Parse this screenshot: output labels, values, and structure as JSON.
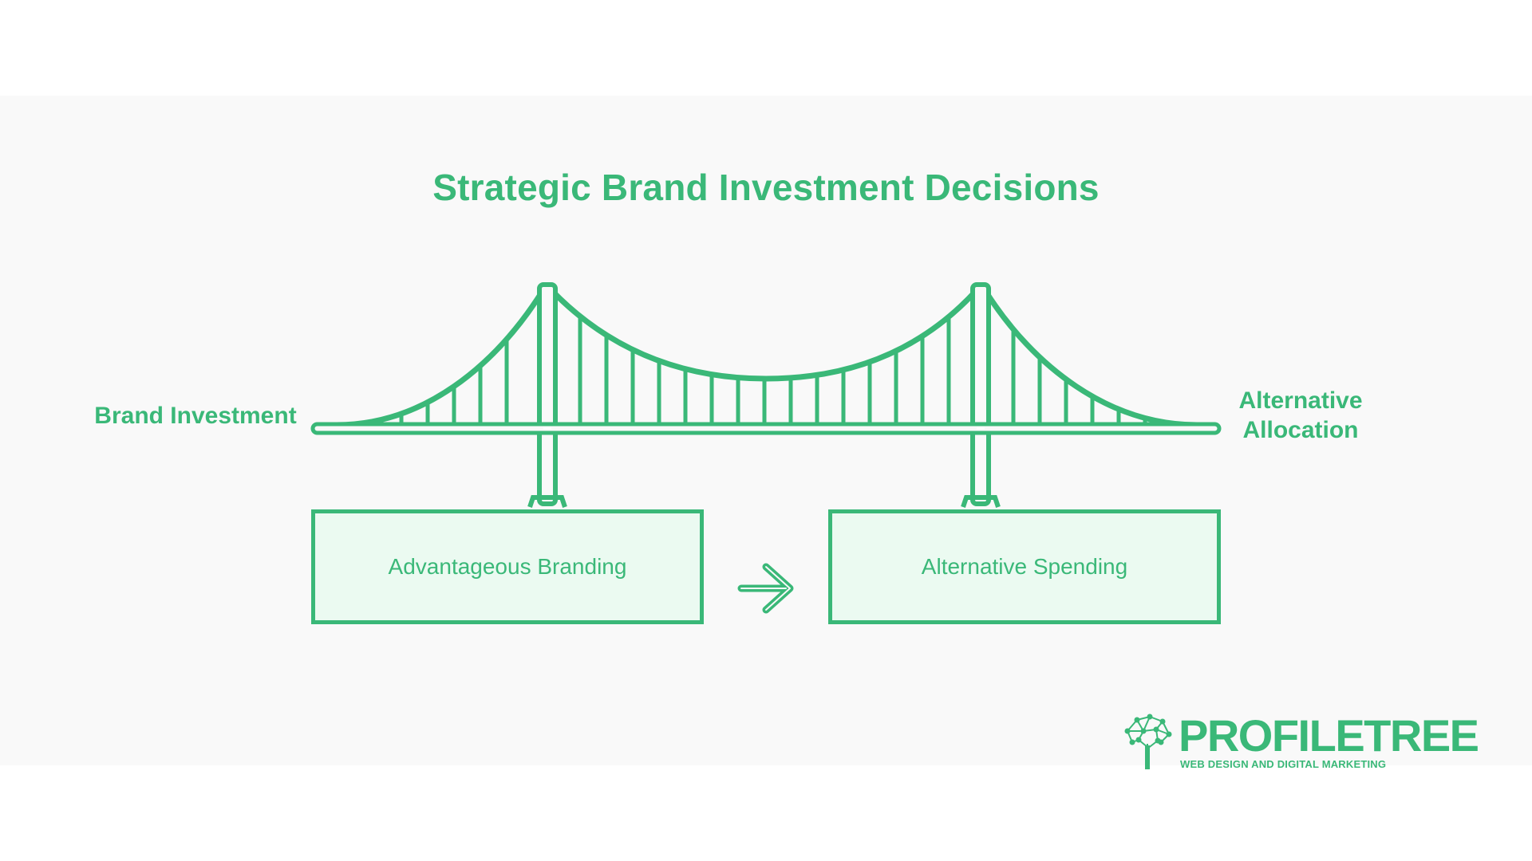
{
  "diagram": {
    "title": "Strategic Brand Investment Decisions",
    "left_label": "Brand Investment",
    "right_label_line1": "Alternative",
    "right_label_line2": "Allocation",
    "left_box": "Advantageous Branding",
    "right_box": "Alternative Spending",
    "connector": "arrow-right-icon"
  },
  "logo": {
    "wordmark": "PROFILETREE",
    "tagline": "WEB DESIGN AND DIGITAL MARKETING",
    "icon": "tree-network-icon"
  },
  "colors": {
    "accent": "#3ab878",
    "box_fill": "#ebfaf1",
    "panel": "#f9f9f9",
    "background": "#ffffff"
  }
}
